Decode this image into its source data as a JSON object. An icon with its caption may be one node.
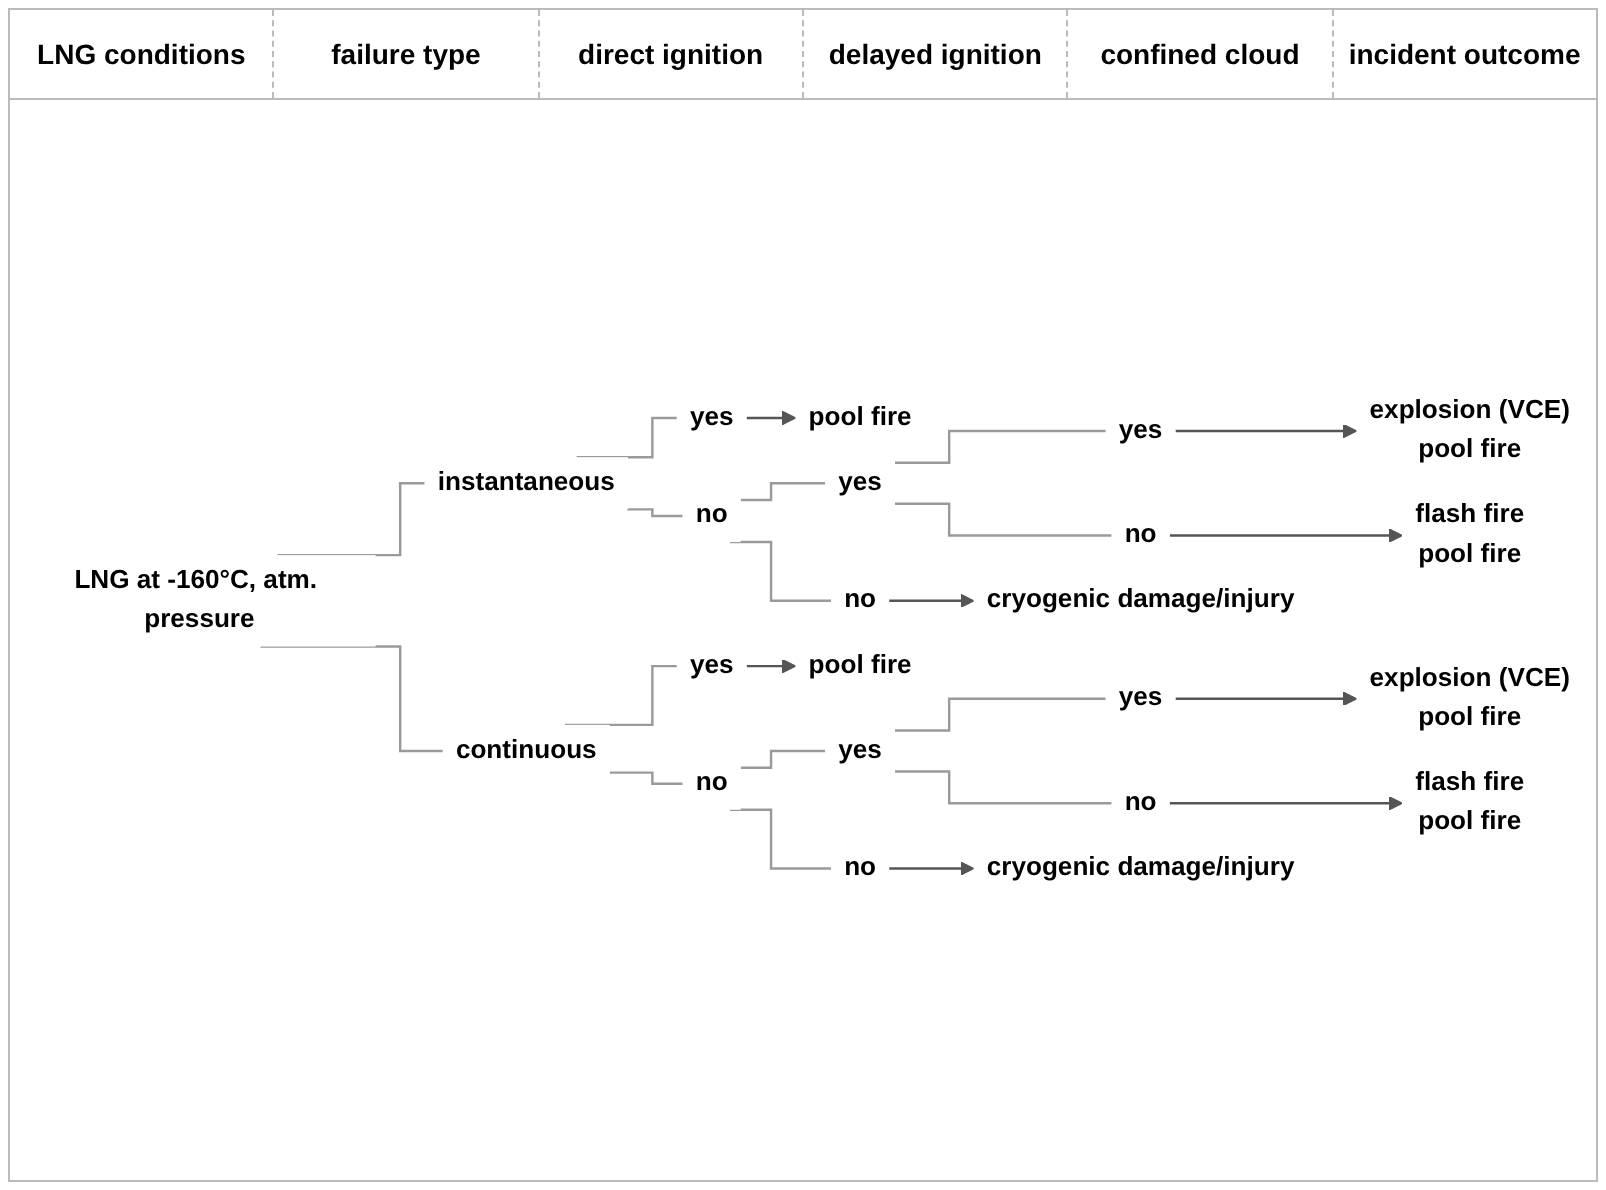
{
  "diagram": {
    "nodes": [
      {
        "text": [
          "LNG at -160°C, atm. pressure"
        ]
      },
      {
        "text": [
          "instantaneous"
        ]
      },
      {
        "text": [
          "yes"
        ]
      },
      {
        "text": [
          "pool fire"
        ]
      },
      {
        "text": [
          "no"
        ]
      },
      {
        "text": [
          "yes"
        ]
      },
      {
        "text": [
          "yes"
        ]
      },
      {
        "text": [
          "explosion (VCE)",
          "pool fire"
        ]
      },
      {
        "text": [
          "no"
        ]
      },
      {
        "text": [
          "flash fire",
          "pool fire"
        ]
      },
      {
        "text": [
          "no"
        ]
      },
      {
        "text": [
          "cryogenic damage/injury"
        ]
      },
      {
        "text": [
          "continuous"
        ]
      },
      {
        "text": [
          "yes"
        ]
      },
      {
        "text": [
          "pool fire"
        ]
      },
      {
        "text": [
          "no"
        ]
      },
      {
        "text": [
          "yes"
        ]
      },
      {
        "text": [
          "yes"
        ]
      },
      {
        "text": [
          "explosion (VCE)",
          "pool fire"
        ]
      },
      {
        "text": [
          "no"
        ]
      },
      {
        "text": [
          "flash fire",
          "pool fire"
        ]
      },
      {
        "text": [
          "no"
        ]
      },
      {
        "text": [
          "cryogenic damage/injury"
        ]
      }
    ],
    "edges": [
      {
        "from": 0,
        "to": 1,
        "arrow": "none"
      },
      {
        "from": 1,
        "to": 2,
        "arrow": "none"
      },
      {
        "from": 2,
        "to": 3,
        "arrow": "to"
      },
      {
        "from": 1,
        "to": 4,
        "arrow": "none"
      },
      {
        "from": 4,
        "to": 5,
        "arrow": "none"
      },
      {
        "from": 5,
        "to": 6,
        "arrow": "none"
      },
      {
        "from": 6,
        "to": 7,
        "arrow": "to"
      },
      {
        "from": 5,
        "to": 8,
        "arrow": "none"
      },
      {
        "from": 8,
        "to": 9,
        "arrow": "to"
      },
      {
        "from": 4,
        "to": 10,
        "arrow": "none"
      },
      {
        "from": 10,
        "to": 11,
        "arrow": "to"
      },
      {
        "from": 0,
        "to": 12,
        "arrow": "none"
      },
      {
        "from": 12,
        "to": 13,
        "arrow": "none"
      },
      {
        "from": 13,
        "to": 14,
        "arrow": "to"
      },
      {
        "from": 12,
        "to": 15,
        "arrow": "none"
      },
      {
        "from": 15,
        "to": 16,
        "arrow": "none"
      },
      {
        "from": 16,
        "to": 17,
        "arrow": "none"
      },
      {
        "from": 17,
        "to": 18,
        "arrow": "to"
      },
      {
        "from": 16,
        "to": 19,
        "arrow": "none"
      },
      {
        "from": 19,
        "to": 20,
        "arrow": "to"
      },
      {
        "from": 15,
        "to": 21,
        "arrow": "none"
      },
      {
        "from": 21,
        "to": 22,
        "arrow": "to"
      }
    ],
    "labels": [
      "LNG conditions",
      "failure type",
      "direct ignition",
      "delayed ignition",
      "confined cloud",
      "incident outcome"
    ]
  }
}
